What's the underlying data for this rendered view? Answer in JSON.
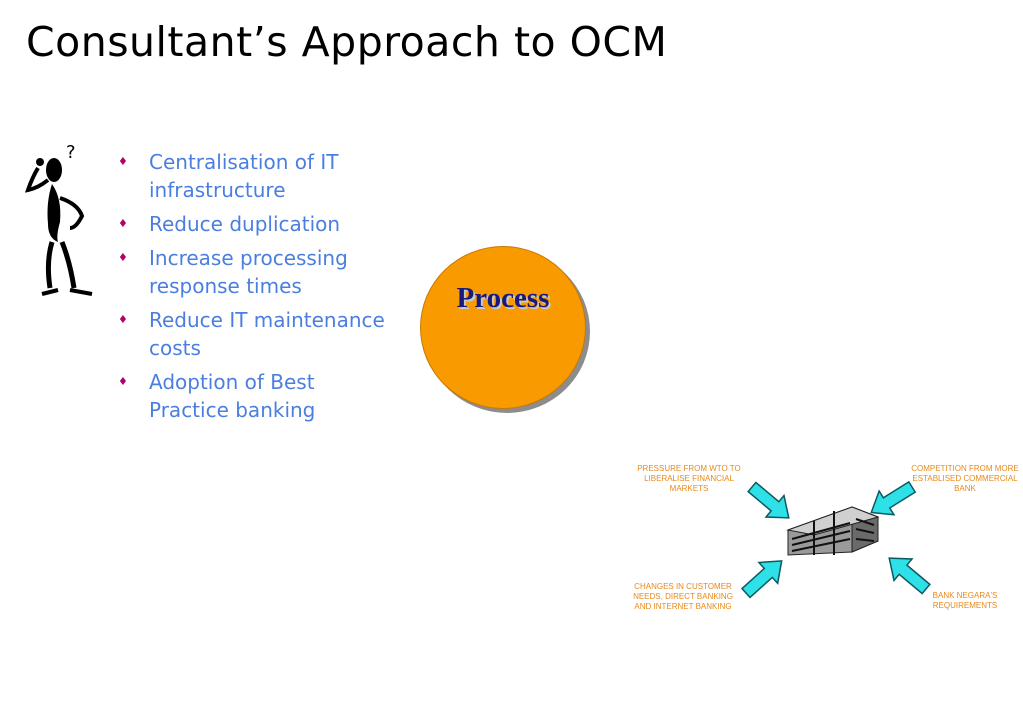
{
  "slide": {
    "title": "Consultant’s Approach to OCM"
  },
  "bullets": [
    "Centralisation of IT infrastructure",
    "Reduce duplication",
    "Increase processing response times",
    "Reduce IT maintenance costs",
    "Adoption of Best Practice banking"
  ],
  "circle": {
    "label": "Process",
    "fill": "#f89a00",
    "text_color": "#1a1a7a"
  },
  "diagram": {
    "pressures": {
      "top_left": "PRESSURE FROM WTO TO LIBERALISE FINANCIAL MARKETS",
      "top_right": "COMPETITION FROM MORE ESTABLISED COMMERCIAL BANK",
      "bottom_left": "CHANGES IN CUSTOMER NEEDS, DIRECT BANKING AND INTERNET BANKING",
      "bottom_right": "BANK NEGARA'S REQUIREMENTS"
    },
    "label_color": "#e8891a",
    "arrow_color": "#2ee0e8"
  },
  "colors": {
    "bullet_text": "#4a7fe0",
    "bullet_marker": "#b0006a"
  },
  "icons": {
    "figure": "confused-person-icon",
    "building": "bank-building-icon",
    "arrow": "arrow-icon"
  }
}
